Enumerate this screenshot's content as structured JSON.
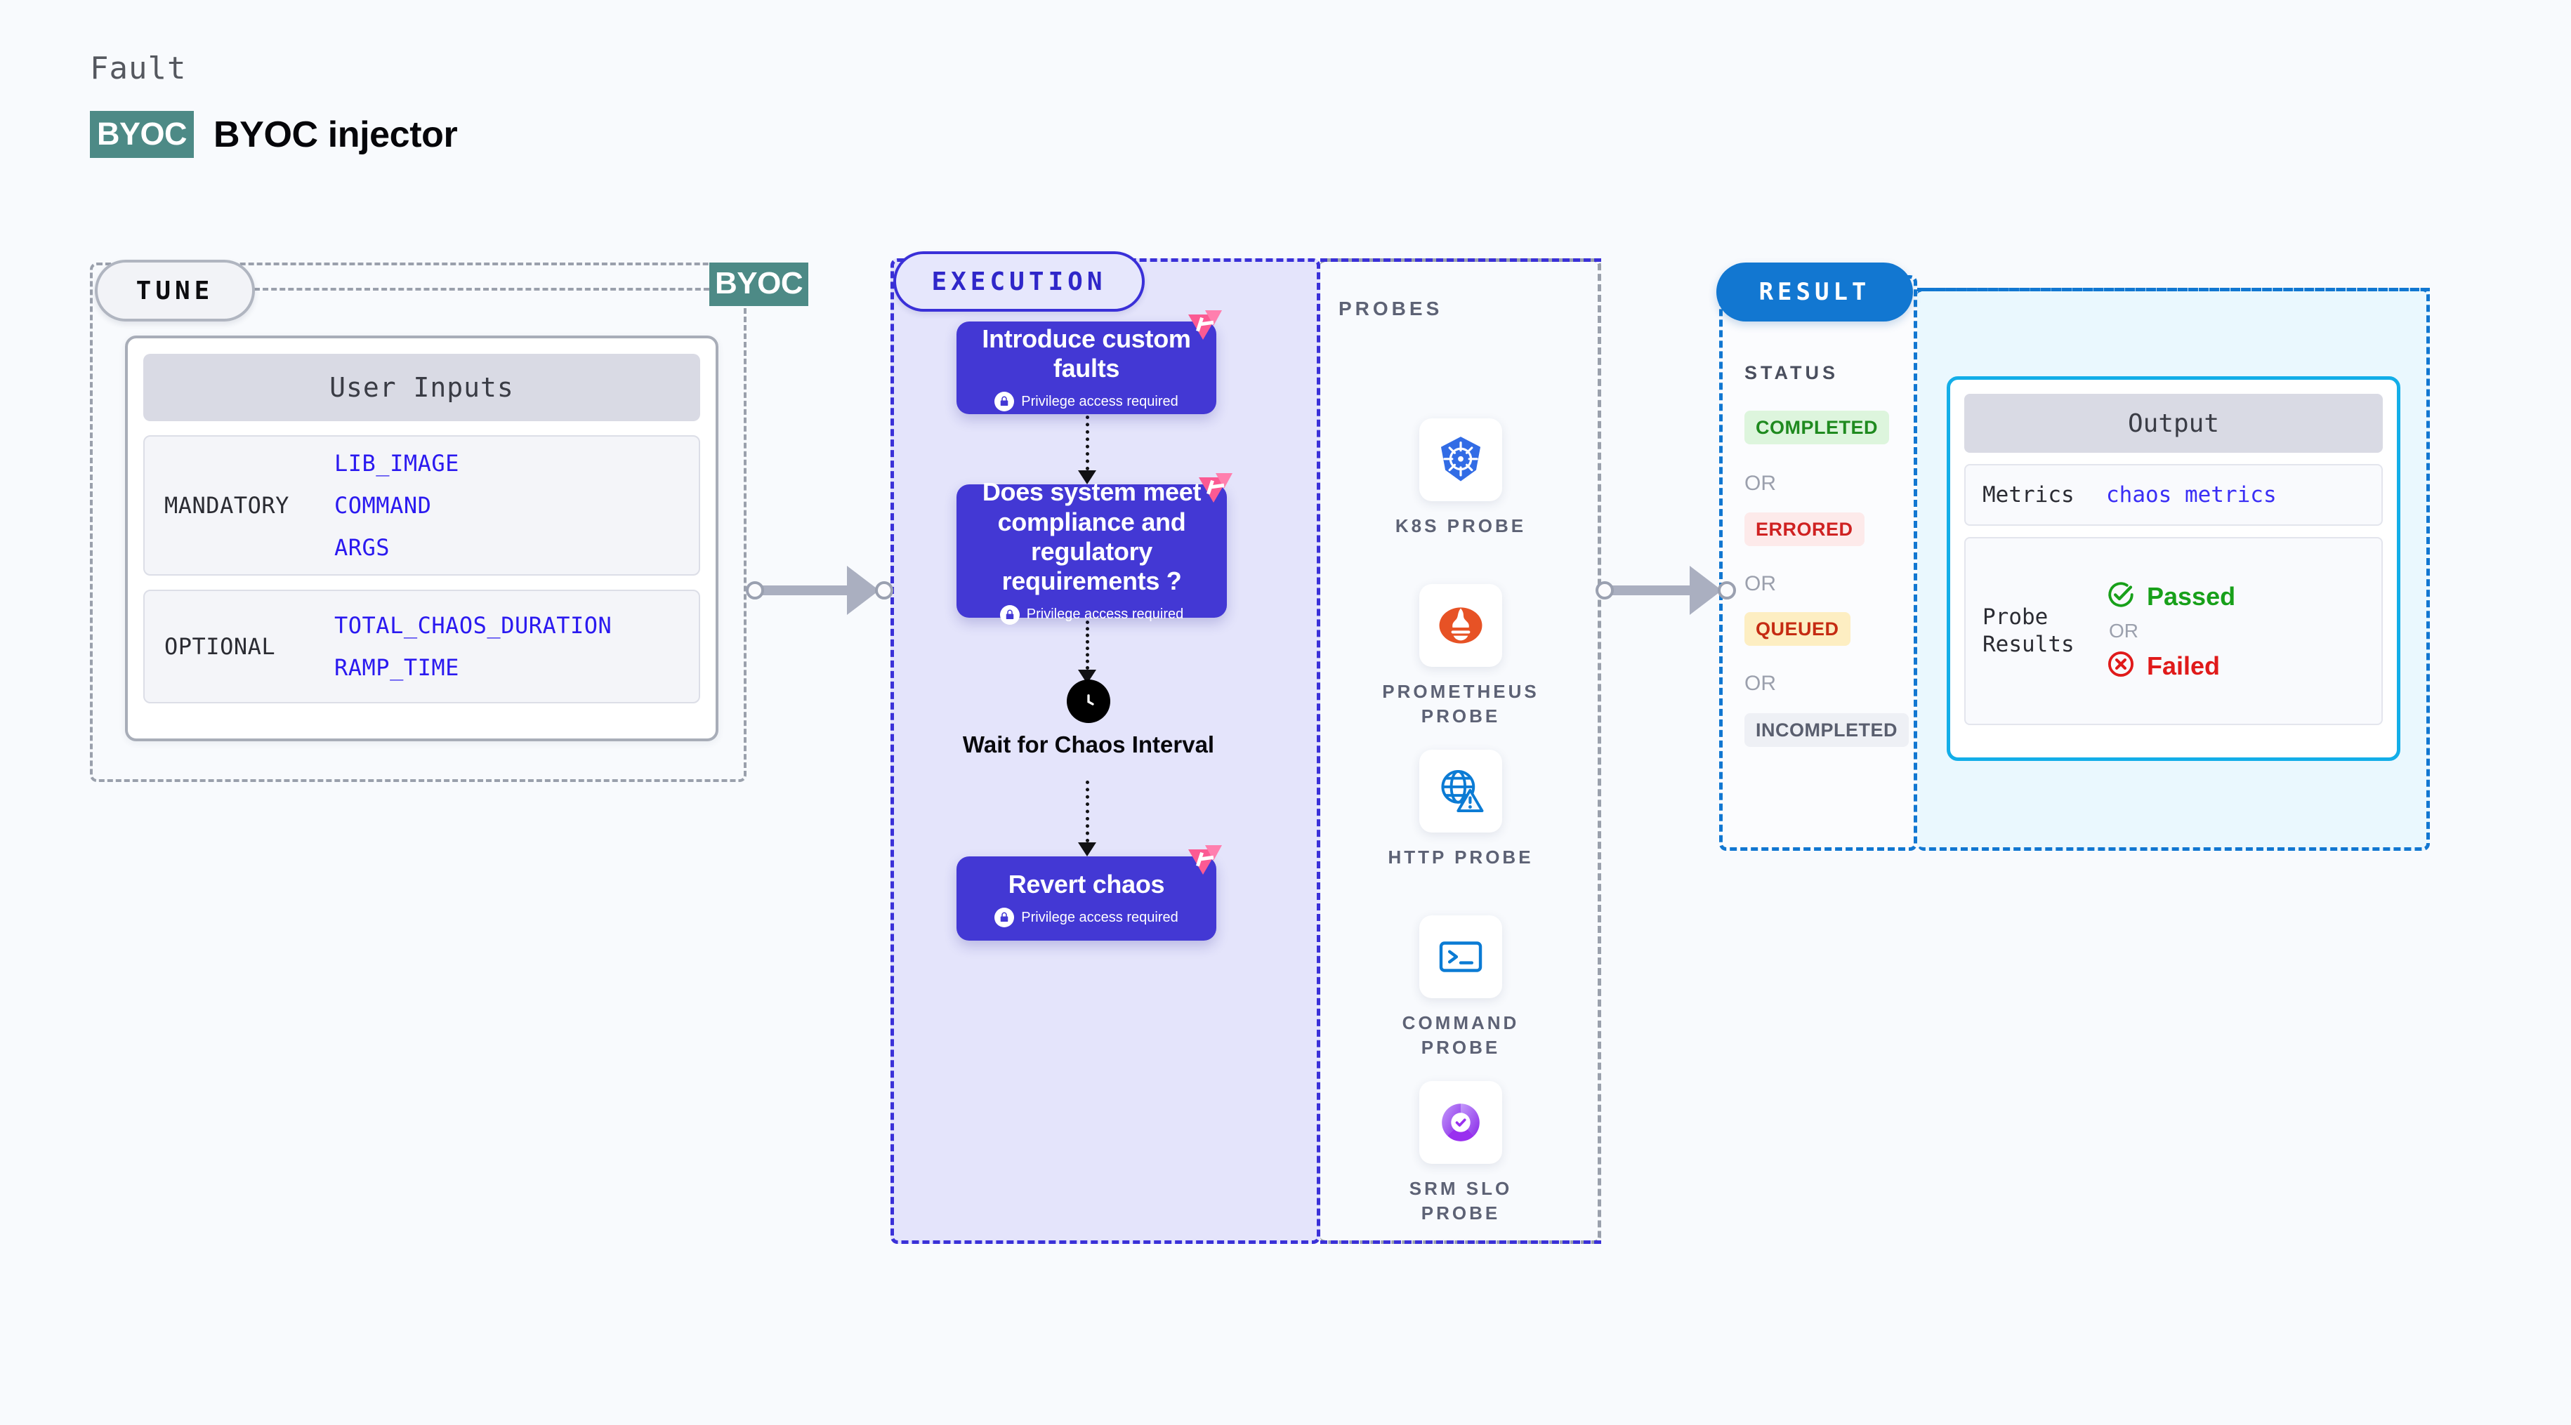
{
  "header": {
    "eyebrow": "Fault",
    "chip": "BYOC",
    "title": "BYOC injector"
  },
  "tune": {
    "pill_label": "TUNE",
    "edge_chip": "BYOC",
    "inputs_header": "User Inputs",
    "groups": [
      {
        "label": "MANDATORY",
        "values": [
          "LIB_IMAGE",
          "COMMAND",
          "ARGS"
        ]
      },
      {
        "label": "OPTIONAL",
        "values": [
          "TOTAL_CHAOS_DURATION",
          "RAMP_TIME"
        ]
      }
    ]
  },
  "execution": {
    "pill_label": "EXECUTION",
    "privilege_note": "Privilege access required",
    "nodes": [
      {
        "title": "Introduce custom faults",
        "privilege": true
      },
      {
        "title": "Does system meet compliance and regulatory requirements ?",
        "privilege": true
      },
      {
        "title": "Revert chaos",
        "privilege": true
      }
    ],
    "wait_node": {
      "title": "Wait for Chaos Interval",
      "icon": "clock-icon"
    }
  },
  "probes": {
    "section_label": "PROBES",
    "items": [
      {
        "caption": "K8S PROBE",
        "icon": "kubernetes-icon"
      },
      {
        "caption": "PROMETHEUS\nPROBE",
        "icon": "prometheus-icon"
      },
      {
        "caption": "HTTP PROBE",
        "icon": "http-globe-icon"
      },
      {
        "caption": "COMMAND\nPROBE",
        "icon": "terminal-icon"
      },
      {
        "caption": "SRM SLO\nPROBE",
        "icon": "srm-slo-icon"
      }
    ]
  },
  "result": {
    "pill_label": "RESULT",
    "status_label": "STATUS",
    "or_label": "OR",
    "statuses": [
      {
        "label": "COMPLETED",
        "bg": "#ddf5dd",
        "fg": "#1f8a1f"
      },
      {
        "label": "ERRORED",
        "bg": "#fdeaea",
        "fg": "#cf2222"
      },
      {
        "label": "QUEUED",
        "bg": "#fdeec2",
        "fg": "#c52b12"
      },
      {
        "label": "INCOMPLETED",
        "bg": "#eef0f5",
        "fg": "#595e6e"
      }
    ],
    "output": {
      "header": "Output",
      "metrics_key": "Metrics",
      "metrics_value": "chaos metrics",
      "probe_results_key": "Probe\nResults",
      "passed_label": "Passed",
      "failed_label": "Failed",
      "or_label": "OR"
    }
  },
  "colors": {
    "page_bg": "#f8fafd",
    "brand_teal": "#4d8a86",
    "execution_accent": "#3a30d8",
    "execution_fill": "#e4e4fb",
    "node_fill": "#4338d4",
    "result_accent": "#1177d1",
    "result_fill": "#eaf8fe",
    "output_border": "#13aee8",
    "param_link": "#2a19f0"
  }
}
